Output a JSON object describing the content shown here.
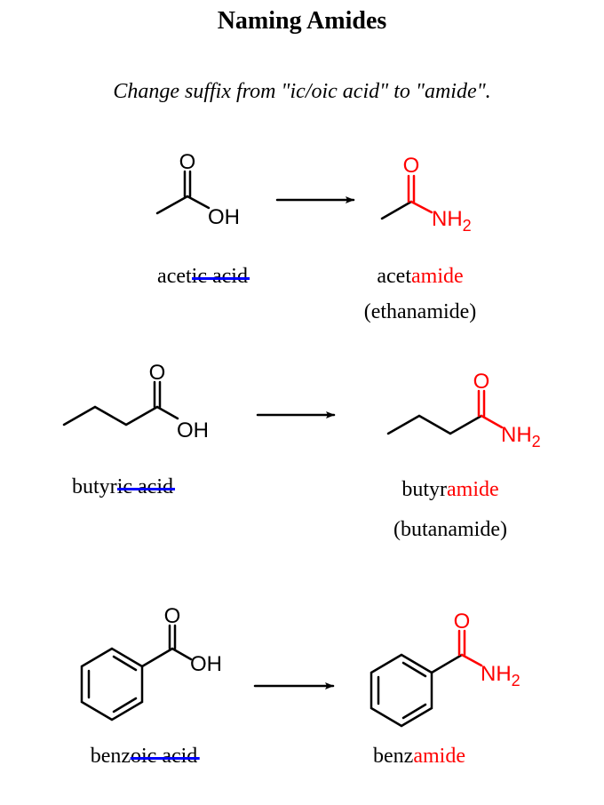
{
  "title": "Naming Amides",
  "subtitle": "Change suffix from \"ic/oic acid\" to \"amide\".",
  "colors": {
    "product": "#ff0000",
    "strike": "#0000ff",
    "text": "#000000"
  },
  "atoms": {
    "oxygen": "O",
    "hydroxyl": "OH",
    "amine_N": "NH",
    "amine_sub": "2"
  },
  "rows": [
    {
      "acid_stem": "acet",
      "acid_suffix": "ic acid",
      "amide_stem": "acet",
      "amide_suffix": "amide",
      "iupac": "(ethanamide)"
    },
    {
      "acid_stem": "butyr",
      "acid_suffix": "ic acid",
      "amide_stem": "butyr",
      "amide_suffix": "amide",
      "iupac": "(butanamide)"
    },
    {
      "acid_stem": "benz",
      "acid_suffix": "oic acid",
      "amide_stem": "benz",
      "amide_suffix": "amide"
    }
  ]
}
